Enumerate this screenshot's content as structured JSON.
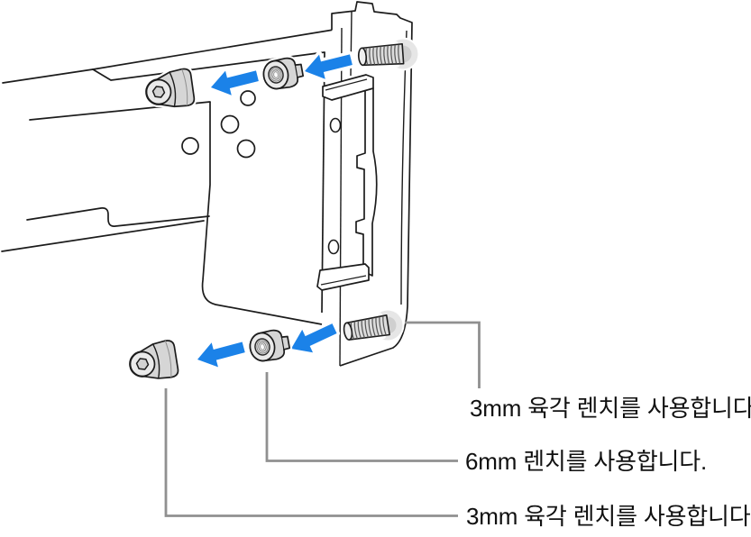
{
  "callouts": [
    "3mm 육각 렌치를 사용합니다.",
    "6mm 렌치를 사용합니다.",
    "3mm 육각 렌치를 사용합니다."
  ],
  "colors": {
    "background": "#ffffff",
    "outline": "#1c1c1c",
    "arrow_blue": "#1b82e8",
    "callout_gray": "#909090",
    "label_text": "#111111",
    "metal_body": "#d6d6d6",
    "metal_face": "#eaeaea",
    "boss_gray": "#e6e6e6"
  }
}
